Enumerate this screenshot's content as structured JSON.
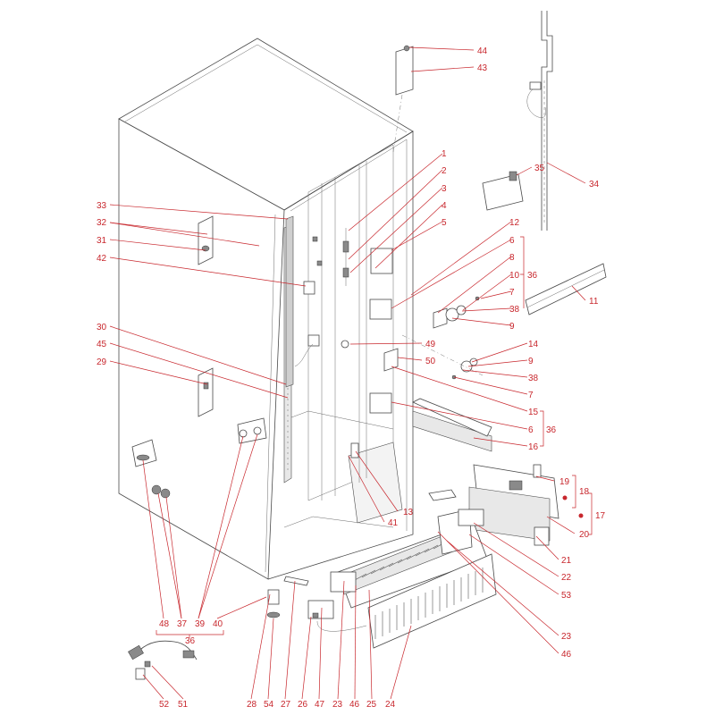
{
  "colors": {
    "label": "#c8272d",
    "line": "#4a4a4a"
  },
  "labels": {
    "l1": "1",
    "l2": "2",
    "l3": "3",
    "l4": "4",
    "l5": "5",
    "l6a": "6",
    "l6b": "6",
    "l7a": "7",
    "l7b": "7",
    "l8": "8",
    "l9a": "9",
    "l9b": "9",
    "l10": "10",
    "l11": "11",
    "l12": "12",
    "l13": "13",
    "l14": "14",
    "l15": "15",
    "l16": "16",
    "l17": "17",
    "l18": "18",
    "l19": "19",
    "l20": "20",
    "l21": "21",
    "l22": "22",
    "l23a": "23",
    "l23b": "23",
    "l24": "24",
    "l25": "25",
    "l26": "26",
    "l27": "27",
    "l28": "28",
    "l29": "29",
    "l30": "30",
    "l31": "31",
    "l32": "32",
    "l33": "33",
    "l34": "34",
    "l35": "35",
    "l36a": "36",
    "l36b": "36",
    "l36c": "36",
    "l37": "37",
    "l38a": "38",
    "l38b": "38",
    "l39": "39",
    "l40": "40",
    "l41": "41",
    "l42": "42",
    "l43": "43",
    "l44": "44",
    "l45": "45",
    "l46a": "46",
    "l46b": "46",
    "l47": "47",
    "l48": "48",
    "l49": "49",
    "l50": "50",
    "l51": "51",
    "l52": "52",
    "l53": "53",
    "l54": "54"
  }
}
